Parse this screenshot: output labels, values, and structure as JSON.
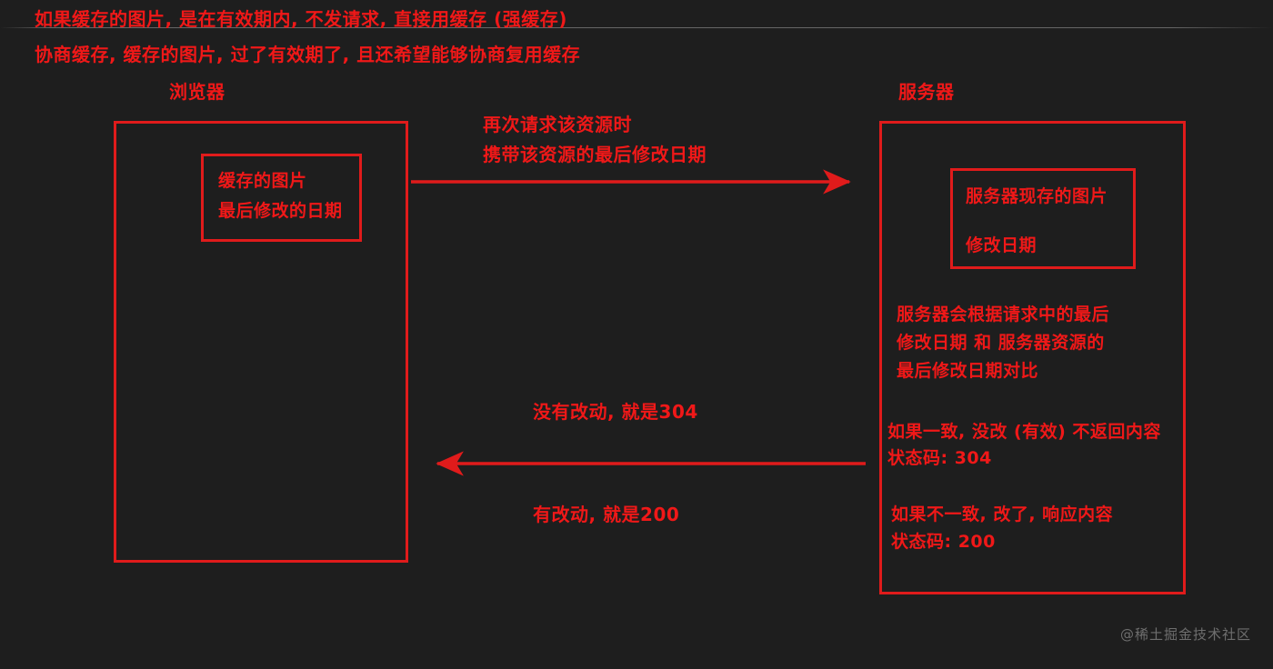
{
  "background_color": "#1e1e1e",
  "accent_color": "#f01818",
  "box_border_color": "#e01b1b",
  "headers": {
    "line1": "如果缓存的图片, 是在有效期内, 不发请求, 直接用缓存 (强缓存)",
    "line2": "协商缓存, 缓存的图片, 过了有效期了, 且还希望能够协商复用缓存"
  },
  "browser": {
    "label": "浏览器",
    "inner_box": {
      "line1": "缓存的图片",
      "line2": "最后修改的日期"
    }
  },
  "server": {
    "label": "服务器",
    "inner_box": {
      "line1": "服务器现存的图片",
      "line2": "修改日期"
    },
    "compare_note": {
      "line1": "服务器会根据请求中的最后",
      "line2": "修改日期 和 服务器资源的",
      "line3": "最后修改日期对比"
    },
    "match_note": {
      "line1": "如果一致, 没改 (有效) 不返回内容",
      "line2": "状态码: 304"
    },
    "mismatch_note": {
      "line1": "如果不一致, 改了, 响应内容",
      "line2": "状态码: 200"
    }
  },
  "arrows": {
    "request": {
      "direction": "browser-to-server",
      "label_line1": "再次请求该资源时",
      "label_line2": "携带该资源的最后修改日期"
    },
    "response_304": {
      "direction": "server-to-browser",
      "label": "没有改动, 就是304"
    },
    "response_200": {
      "direction": "server-to-browser",
      "label": "有改动, 就是200"
    }
  },
  "watermark": "@稀土掘金技术社区"
}
